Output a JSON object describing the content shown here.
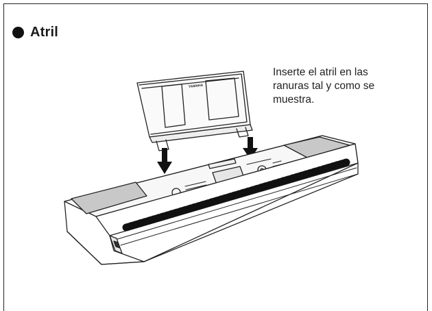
{
  "section": {
    "title": "Atril",
    "bullet_icon": "filled-circle"
  },
  "caption": {
    "lines": [
      "Inserte el atril en las",
      "ranuras tal y como se",
      "muestra."
    ]
  },
  "illustration": {
    "brand_mark": "YAMAHA",
    "icons": [
      "music-stand-icon",
      "arrow-down-icon",
      "keyboard-icon"
    ]
  },
  "colors": {
    "line": "#222222",
    "speaker_fill": "#c8c8c8",
    "panel_fill": "#f2f2f2"
  }
}
